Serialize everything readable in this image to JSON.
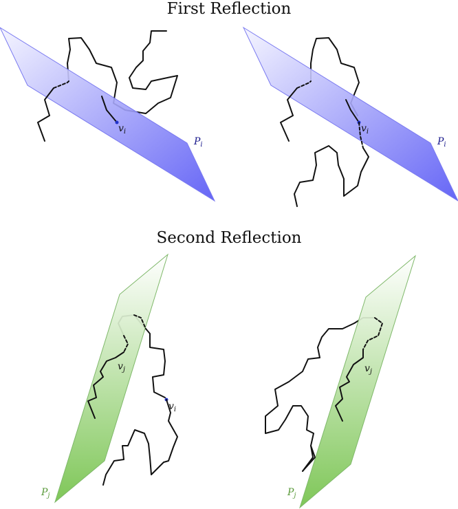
{
  "titles": {
    "first": "First Reflection",
    "second": "Second Reflection"
  },
  "labels": {
    "vi_base": "v",
    "vi_sub": "i",
    "vj_base": "v",
    "vj_sub": "j",
    "Pi_base": "P",
    "Pi_sub": "i",
    "Pj_base": "P",
    "Pj_sub": "j"
  },
  "colors": {
    "plane_i_light": "#f4f4ff",
    "plane_i_dark": "#5555f5",
    "plane_i_stroke": "#7a7af0",
    "plane_i_label": "#1a1a8c",
    "plane_j_light": "#ffffff",
    "plane_j_dark": "#74c24a",
    "plane_j_stroke": "#7fb86a",
    "plane_j_label": "#5a9a3a",
    "vertex": "#2233cc",
    "chain": "#111111"
  }
}
